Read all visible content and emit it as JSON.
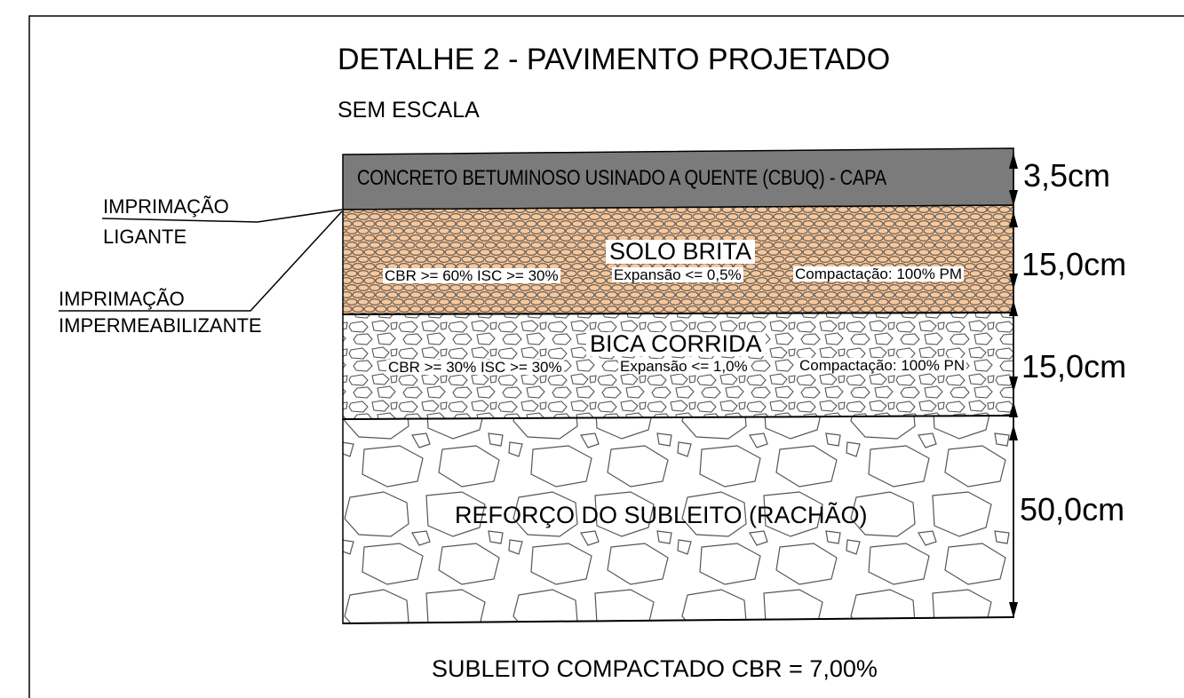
{
  "title": "DETALHE 2 - PAVIMENTO PROJETADO",
  "subtitle": "SEM ESCALA",
  "layers": [
    {
      "name": "CONCRETO BETUMINOSO USINADO A QUENTE (CBUQ) - CAPA",
      "thickness": "3,5cm",
      "color": "#7b7b7b"
    },
    {
      "name": "SOLO BRITA",
      "spec_cbr": "CBR >= 60% ISC >= 30%",
      "spec_exp": "Expansão <= 0,5%",
      "spec_comp": "Compactação: 100% PM",
      "thickness": "15,0cm",
      "color": "#f8c79a"
    },
    {
      "name": "BICA CORRIDA",
      "spec_cbr": "CBR >= 30% ISC >= 30%",
      "spec_exp": "Expansão <= 1,0%",
      "spec_comp": "Compactação: 100% PN",
      "thickness": "15,0cm",
      "color": "#ffffff"
    },
    {
      "name": "REFORÇO DO SUBLEITO (RACHÃO)",
      "thickness": "50,0cm",
      "color": "#ffffff"
    }
  ],
  "callouts": {
    "imprimacao_ligante_1": "IMPRIMAÇÃO",
    "imprimacao_ligante_2": "LIGANTE",
    "imprimacao_imper_1": "IMPRIMAÇÃO",
    "imprimacao_imper_2": "IMPERMEABILIZANTE"
  },
  "subgrade": "SUBLEITO COMPACTADO CBR = 7,00%"
}
